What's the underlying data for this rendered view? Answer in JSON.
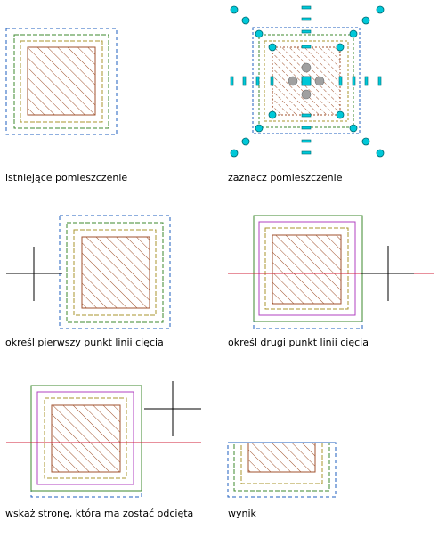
{
  "steps": [
    {
      "caption": "istniejące pomieszczenie"
    },
    {
      "caption": "zaznacz pomieszczenie"
    },
    {
      "caption": "określ pierwszy punkt linii cięcia"
    },
    {
      "caption": "określ drugi punkt linii cięcia"
    },
    {
      "caption": "wskaż stronę, która ma zostać odcięta"
    },
    {
      "caption": "wynik"
    }
  ],
  "colors": {
    "outer_boundary": "#1f5fbf",
    "green_boundary": "#3c8a2e",
    "olive_boundary": "#a8962c",
    "hatch": "#a0522d",
    "magenta_boundary": "#b040c0",
    "cut_line": "#d0203a",
    "cursor": "#000000",
    "grip": "#00c8d8",
    "grip_dark": "#006870",
    "grey_grip": "#a0a0a0"
  }
}
